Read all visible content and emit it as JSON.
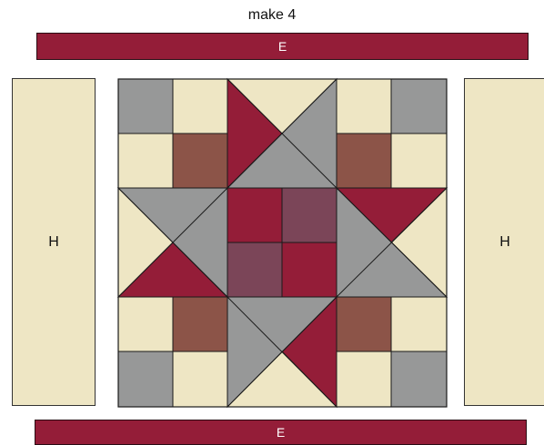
{
  "caption": "make 4",
  "strips": {
    "top_label": "E",
    "bottom_label": "E",
    "left_label": "H",
    "right_label": "H"
  },
  "colors": {
    "background": "#eee6c4",
    "red": "#941d38",
    "gray": "#979898",
    "brown": "#8c5448",
    "plum": "#7b4558",
    "outline": "#1a1a1a"
  }
}
